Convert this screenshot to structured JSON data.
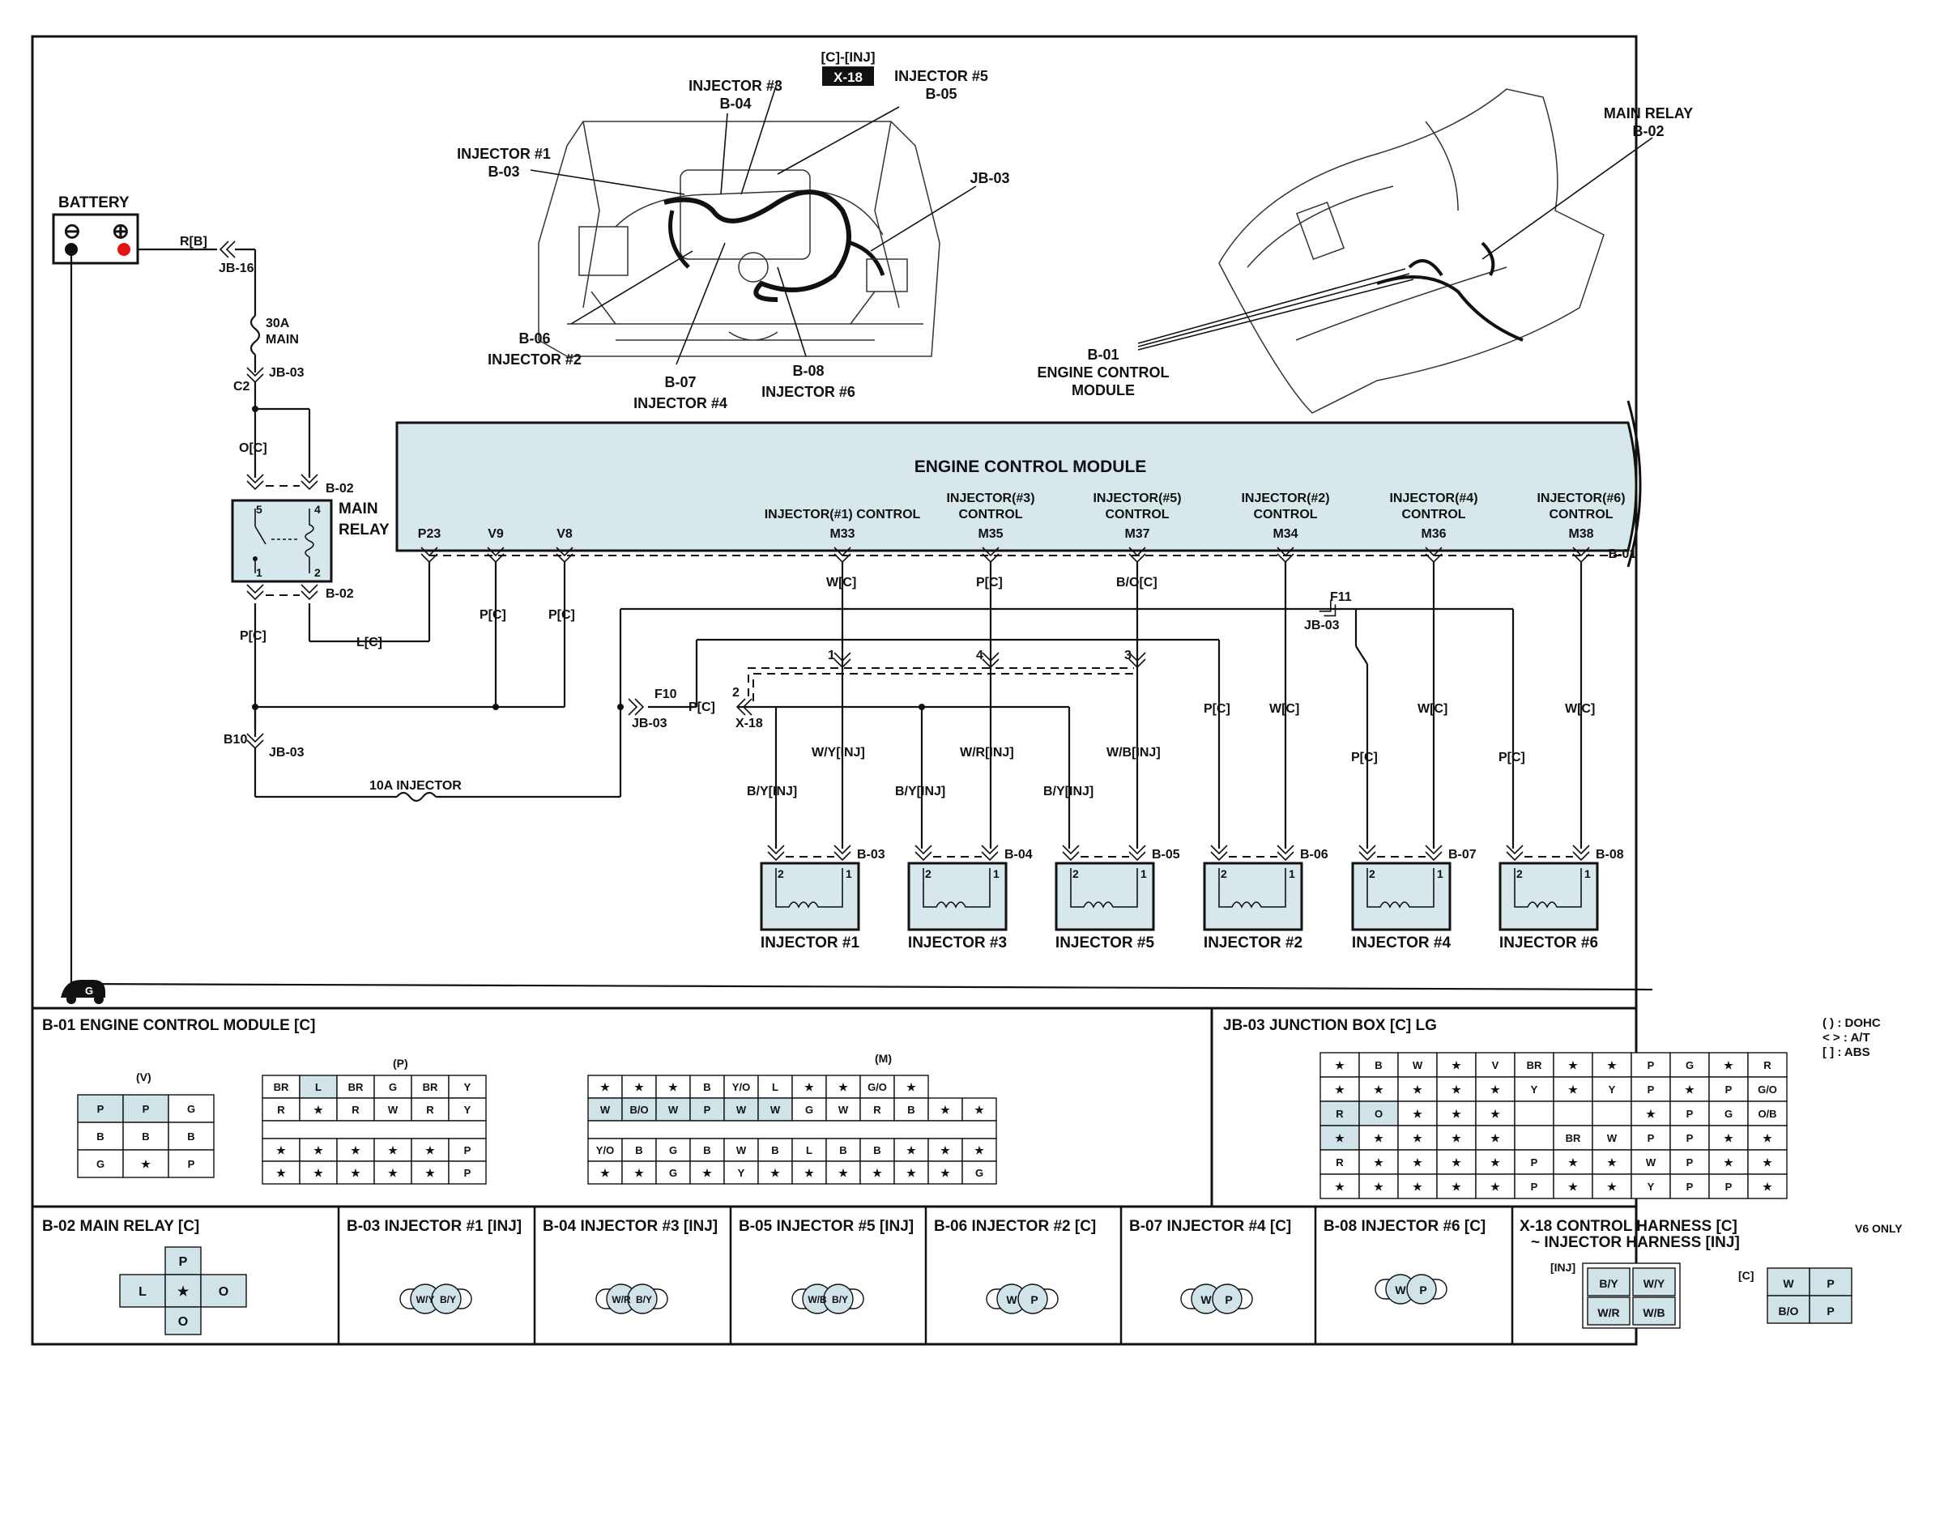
{
  "battery": {
    "label": "BATTERY",
    "wire_out": "R[B]",
    "conn": "JB-16"
  },
  "fuse_main": {
    "rating": "30A",
    "name": "MAIN",
    "conn": "JB-03",
    "pin": "C2"
  },
  "main_relay": {
    "label_1": "MAIN",
    "label_2": "RELAY",
    "conn_top": "B-02",
    "conn_bottom": "B-02",
    "pins": [
      "5",
      "4",
      "1",
      "2"
    ],
    "wire_in": "O[C]",
    "wire_out": "P[C]",
    "wire_coil": "L[C]"
  },
  "fuse_inj": {
    "rating": "10A INJECTOR",
    "pin": "B10",
    "conn": "JB-03"
  },
  "ecm": {
    "title": "ENGINE CONTROL MODULE",
    "conn": "B-01",
    "pins": [
      {
        "pin": "P23",
        "func": "",
        "wire": ""
      },
      {
        "pin": "V9",
        "func": "",
        "wire": "P[C]"
      },
      {
        "pin": "V8",
        "func": "",
        "wire": "P[C]"
      },
      {
        "pin": "M33",
        "func": "INJECTOR(#1) CONTROL",
        "wire": "W[C]"
      },
      {
        "pin": "M35",
        "func": "INJECTOR(#3) CONTROL",
        "wire": "P[C]"
      },
      {
        "pin": "M37",
        "func": "INJECTOR(#5) CONTROL",
        "wire": "B/O[C]"
      },
      {
        "pin": "M34",
        "func": "INJECTOR(#2) CONTROL",
        "wire": "W[C]"
      },
      {
        "pin": "M36",
        "func": "INJECTOR(#4) CONTROL",
        "wire": "W[C]"
      },
      {
        "pin": "M38",
        "func": "INJECTOR(#6) CONTROL",
        "wire": "W[C]"
      }
    ]
  },
  "junctions": {
    "f10": "F10",
    "f10_conn": "JB-03",
    "f11": "F11",
    "f11_conn": "JB-03",
    "x18_pin": "2",
    "x18": "X-18",
    "x18_wire": "P[C]",
    "pins_x18": [
      "1",
      "4",
      "3"
    ]
  },
  "injectors": [
    {
      "name": "INJECTOR #1",
      "conn": "B-03",
      "wire_ctrl": "W/Y[INJ]",
      "wire_pwr": "B/Y[INJ]"
    },
    {
      "name": "INJECTOR #3",
      "conn": "B-04",
      "wire_ctrl": "W/R[INJ]",
      "wire_pwr": "B/Y[INJ]"
    },
    {
      "name": "INJECTOR #5",
      "conn": "B-05",
      "wire_ctrl": "W/B[INJ]",
      "wire_pwr": "B/Y[INJ]"
    },
    {
      "name": "INJECTOR #2",
      "conn": "B-06",
      "wire_ctrl": "W[C]",
      "wire_pwr": "P[C]"
    },
    {
      "name": "INJECTOR #4",
      "conn": "B-07",
      "wire_ctrl": "W[C]",
      "wire_pwr": "P[C]"
    },
    {
      "name": "INJECTOR #6",
      "conn": "B-08",
      "wire_ctrl": "W[C]",
      "wire_pwr": "P[C]"
    }
  ],
  "ground_label": "G",
  "location_labels": {
    "cinj": "[C]-[INJ]",
    "x18": "X-18",
    "inj3": "INJECTOR #3",
    "b04": "B-04",
    "inj5": "INJECTOR #5",
    "b05": "B-05",
    "inj1": "INJECTOR #1",
    "b03": "B-03",
    "jb03": "JB-03",
    "b06": "B-06",
    "inj2": "INJECTOR #2",
    "b07": "B-07",
    "inj4": "INJECTOR #4",
    "b08": "B-08",
    "inj6": "INJECTOR #6",
    "main_relay": "MAIN RELAY",
    "b02": "B-02",
    "b01": "B-01",
    "ecm_1": "ENGINE CONTROL",
    "ecm_2": "MODULE"
  },
  "connector_views": {
    "b01_title": "B-01 ENGINE CONTROL MODULE [C]",
    "jb03_title": "JB-03 JUNCTION BOX [C] LG",
    "legend": [
      "(    ) : DOHC",
      "<   > : A/T",
      "[    ] : ABS"
    ],
    "v_label": "(V)",
    "p_label": "(P)",
    "m_label": "(M)",
    "v_rows": [
      [
        "P",
        "P",
        "G"
      ],
      [
        "B",
        "B",
        "B"
      ],
      [
        "G",
        "★",
        "P"
      ]
    ],
    "p_row1": [
      "BR",
      "L",
      "BR",
      "G",
      "BR",
      "Y"
    ],
    "p_row2": [
      "R",
      "★",
      "R",
      "W",
      "R",
      "Y"
    ],
    "p_row3": [
      "★",
      "★",
      "★",
      "★",
      "★",
      "P"
    ],
    "p_row4": [
      "★",
      "★",
      "★",
      "★",
      "★",
      "P"
    ],
    "m_row1": [
      "★",
      "★",
      "★",
      "B",
      "Y/O",
      "L",
      "★",
      "★",
      "G/O",
      "★"
    ],
    "m_row2": [
      "W",
      "B/O",
      "W",
      "P",
      "W",
      "W",
      "G",
      "W",
      "R",
      "B",
      "★",
      "★"
    ],
    "m_row3": [
      "Y/O",
      "B",
      "G",
      "B",
      "W",
      "B",
      "L",
      "B",
      "B",
      "★",
      "★",
      "★"
    ],
    "m_row4": [
      "★",
      "★",
      "G",
      "★",
      "Y",
      "★",
      "★",
      "★",
      "★",
      "★",
      "★",
      "G"
    ],
    "jb_row1": [
      "★",
      "B",
      "W",
      "★",
      "V",
      "BR",
      "★",
      "★",
      "P",
      "G",
      "★",
      "R"
    ],
    "jb_row2": [
      "★",
      "★",
      "★",
      "★",
      "★",
      "Y",
      "★",
      "Y",
      "P",
      "★",
      "P",
      "G/O"
    ],
    "jb_row3": [
      "R",
      "O",
      "★",
      "★",
      "★",
      "",
      "",
      "",
      "★",
      "P",
      "G",
      "O/B"
    ],
    "jb_row4": [
      "★",
      "★",
      "★",
      "★",
      "★",
      "",
      "BR",
      "W",
      "P",
      "P",
      "★",
      "★"
    ],
    "jb_row5": [
      "R",
      "★",
      "★",
      "★",
      "★",
      "P",
      "★",
      "★",
      "W",
      "P",
      "★",
      "★"
    ],
    "jb_row6": [
      "★",
      "★",
      "★",
      "★",
      "★",
      "P",
      "★",
      "★",
      "Y",
      "P",
      "P",
      "★"
    ],
    "b02_title": "B-02 MAIN RELAY [C]",
    "b02_pins": [
      "P",
      "L",
      "★",
      "O",
      "O"
    ],
    "b03_title": "B-03 INJECTOR #1 [INJ]",
    "b03_pins": [
      "W/Y",
      "B/Y"
    ],
    "b04_title": "B-04 INJECTOR #3 [INJ]",
    "b04_pins": [
      "W/R",
      "B/Y"
    ],
    "b05_title": "B-05 INJECTOR #5 [INJ]",
    "b05_pins": [
      "W/B",
      "B/Y"
    ],
    "b06_title": "B-06 INJECTOR #2 [C]",
    "b06_pins": [
      "W",
      "P"
    ],
    "b07_title": "B-07 INJECTOR #4 [C]",
    "b07_pins": [
      "W",
      "P"
    ],
    "b08_title": "B-08 INJECTOR #6 [C]",
    "b08_pins": [
      "W",
      "P"
    ],
    "x18_title_1": "X-18 CONTROL HARNESS [C]",
    "x18_title_2": "~ INJECTOR HARNESS [INJ]",
    "x18_note": "V6 ONLY",
    "x18_inj_label": "[INJ]",
    "x18_c_label": "[C]",
    "x18_inj_pins": [
      "B/Y",
      "W/Y",
      "W/R",
      "W/B"
    ],
    "x18_c_pins": [
      "W",
      "P",
      "B/O",
      "P"
    ]
  }
}
